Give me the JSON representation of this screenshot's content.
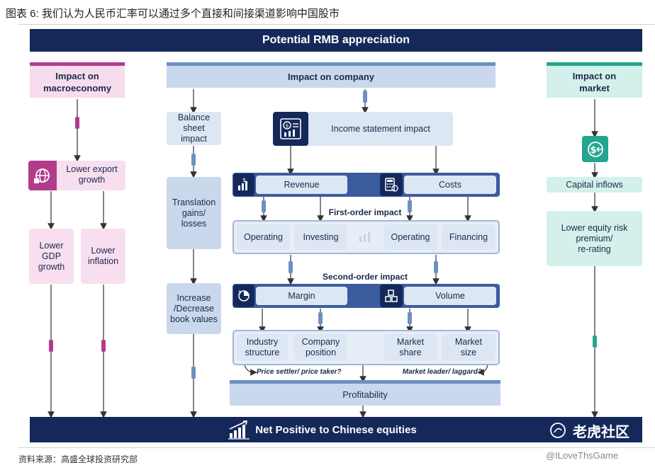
{
  "caption": "图表 6: 我们认为人民币汇率可以通过多个直接和间接渠道影响中国股市",
  "top_banner": "Potential RMB appreciation",
  "macro": {
    "header": "Impact on\nmacroeconomy",
    "export": "Lower export\ngrowth",
    "gdp": "Lower\nGDP\ngrowth",
    "inflation": "Lower\ninflation"
  },
  "company": {
    "header": "Impact on company",
    "balance_sheet": "Balance\nsheet\nimpact",
    "translation": "Translation\ngains/\nlosses",
    "book_values": "Increase\n/Decrease\nbook values",
    "income_statement": "Income statement impact",
    "revenue": "Revenue",
    "costs": "Costs",
    "first_order": "First-order impact",
    "operating_1": "Operating",
    "investing": "Investing",
    "operating_2": "Operating",
    "financing": "Financing",
    "second_order": "Second-order impact",
    "margin": "Margin",
    "volume": "Volume",
    "industry_structure": "Industry\nstructure",
    "company_position": "Company\nposition",
    "market_share": "Market\nshare",
    "market_size": "Market\nsize",
    "note_left": "Price settler/ price taker?",
    "note_right": "Market leader/ laggard?",
    "profitability": "Profitability"
  },
  "market": {
    "header": "Impact on\nmarket",
    "capital_inflows": "Capital inflows",
    "equity_risk": "Lower equity risk\npremium/\nre-rating"
  },
  "bottom_banner": "Net Positive to Chinese equities",
  "watermark": "老虎社区",
  "source": "资料来源：高盛全球投资研究部",
  "handle": "@ILoveThsGame",
  "colors": {
    "navy": "#14295a",
    "pink_accent": "#b23c8c",
    "blue_accent": "#6d8fc4",
    "teal_accent": "#23a58f"
  }
}
